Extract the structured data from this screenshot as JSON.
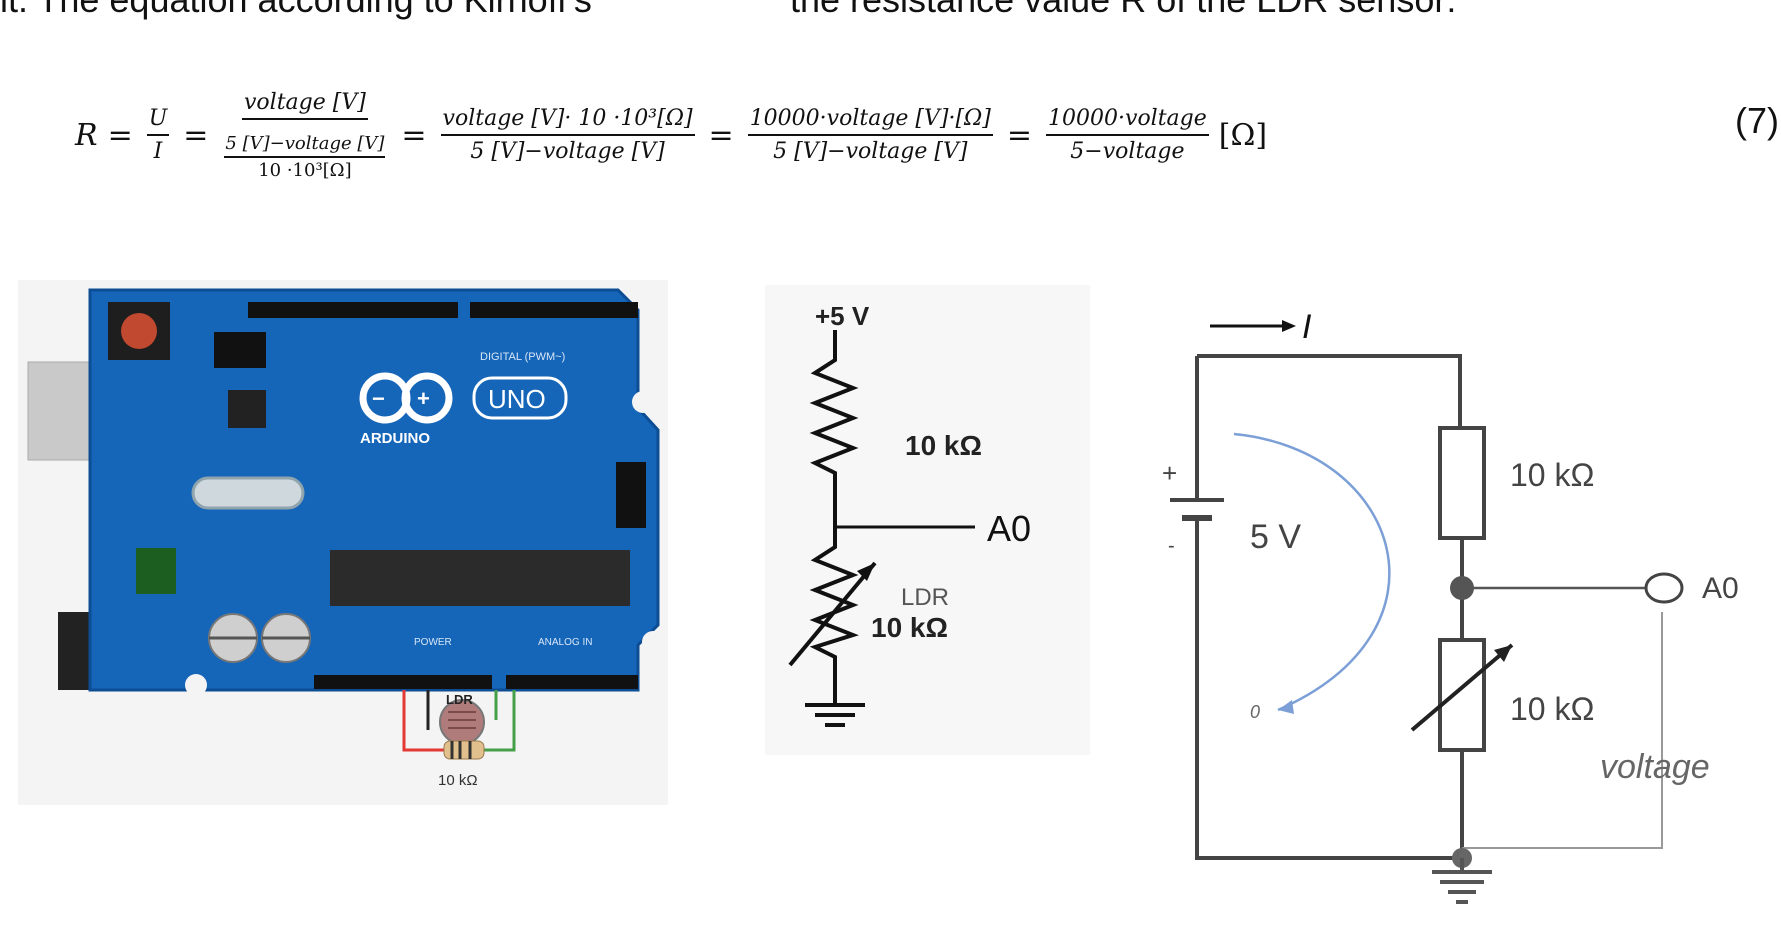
{
  "text": {
    "left_fragment": "uit.   The   equation   according   to   Kirhoff's",
    "right_fragment": "the resistance value R of the LDR sensor:"
  },
  "equation": {
    "lhs": "R",
    "eq1": "=",
    "u": "U",
    "i": "I",
    "eq2": "=",
    "f1_num": "voltage [V]",
    "f1_den_num": "5 [V]−voltage [V]",
    "f1_den_den": "10 ·10³[Ω]",
    "eq3": "=",
    "f2_num": "voltage [V]· 10 ·10³[Ω]",
    "f2_den": "5 [V]−voltage [V]",
    "eq4": "=",
    "f3_num": "10000·voltage [V]·[Ω]",
    "f3_den": "5 [V]−voltage [V]",
    "eq5": "=",
    "f4_num": "10000·voltage",
    "f4_den": "5−voltage",
    "unit": "[Ω]",
    "number": "(7)"
  },
  "arduino": {
    "logo_text": "ARDUINO",
    "uno_text": "UNO",
    "digital_label": "DIGITAL (PWM~)",
    "power_label": "POWER",
    "analog_label": "ANALOG IN",
    "ldr_label": "LDR",
    "resistor_label": "10 kΩ",
    "colors": {
      "board": "#1565b8",
      "board_dark": "#0d4d94",
      "header": "#1a1a1a",
      "wire_red": "#e53935",
      "wire_green": "#43a047"
    }
  },
  "schematic1": {
    "supply": "+5 V",
    "r_fixed": "10 kΩ",
    "output": "A0",
    "ldr_label": "LDR",
    "ldr_value": "10 kΩ"
  },
  "schematic2": {
    "current": "I",
    "source": "5 V",
    "plus_sign": "+",
    "minus_sign": "-",
    "r_top": "10 kΩ",
    "r_bottom": "10 kΩ",
    "output": "A0",
    "voltage": "voltage",
    "loop_label": "0"
  }
}
